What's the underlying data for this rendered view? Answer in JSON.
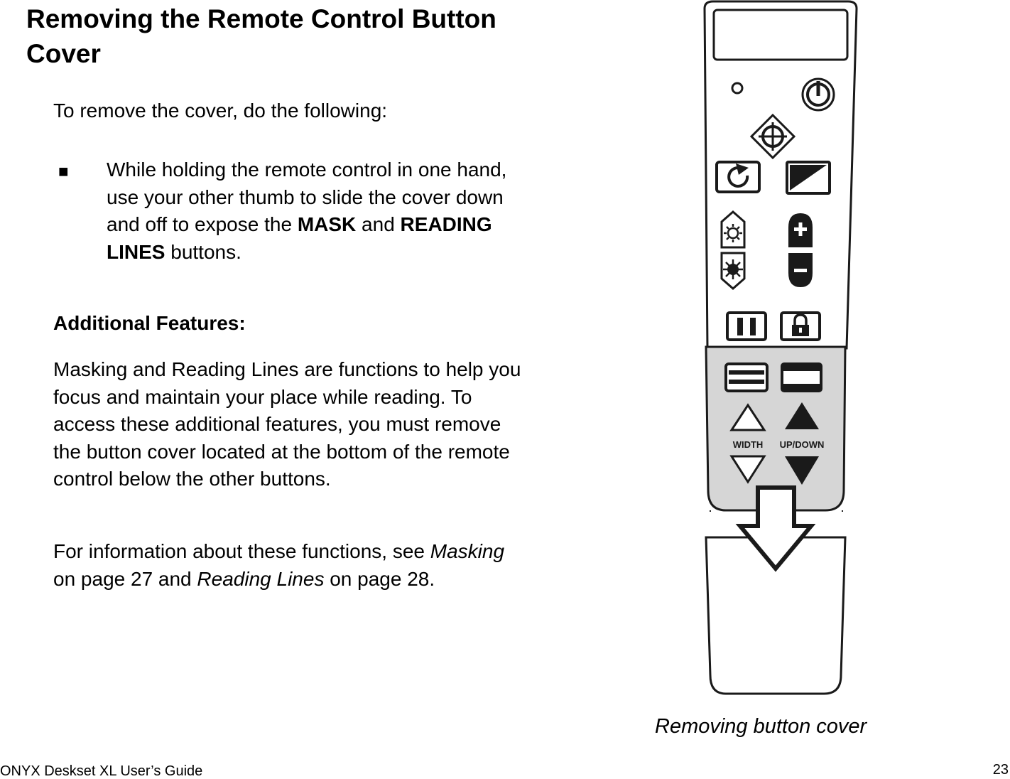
{
  "title": "Removing the Remote Control Button Cover",
  "intro": "To remove the cover, do the following:",
  "bullet": {
    "marker": "■",
    "text_before": "While holding the remote control in one hand, use your other thumb to slide the cover down and off to expose the ",
    "bold_1": "MASK",
    "text_middle": " and ",
    "bold_2": "READING LINES",
    "text_after": " buttons."
  },
  "additional_heading": "Additional Features:",
  "paragraph_1": "Masking and Reading Lines are functions to help you focus and maintain your place while reading. To access these additional features, you must remove the button cover located at the bottom of the remote control below the other buttons.",
  "paragraph_2": {
    "text_1": "For information about these functions, see ",
    "link_1": "Masking",
    "text_2": " on page 27 and ",
    "link_2": "Reading Lines",
    "text_3": " on page 28."
  },
  "figure": {
    "width_label": "WIDTH",
    "updown_label": "UP/DOWN",
    "caption": "Removing button cover"
  },
  "footer": {
    "guide_title": "ONYX Deskset XL User’s Guide",
    "page_number": "23"
  }
}
